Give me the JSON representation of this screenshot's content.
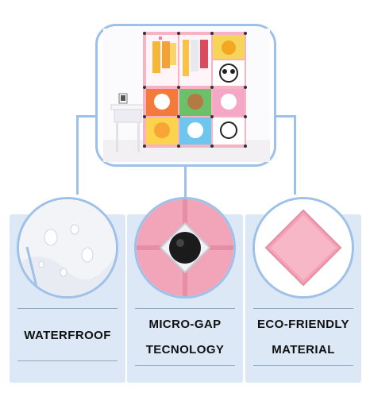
{
  "features": [
    {
      "name": "waterproof",
      "lines": [
        "WATERFROOF"
      ]
    },
    {
      "name": "micro-gap",
      "lines": [
        "MICRO-GAP",
        "TECNOLOGY"
      ]
    },
    {
      "name": "eco-friendly",
      "lines": [
        "ECO-FRIENDLY",
        "MATERIAL"
      ]
    }
  ],
  "colors": {
    "frame": "#9ec1ea",
    "card": "#dce8f6",
    "pink": "#f3a9bd",
    "wall": "#fbfbfd"
  }
}
